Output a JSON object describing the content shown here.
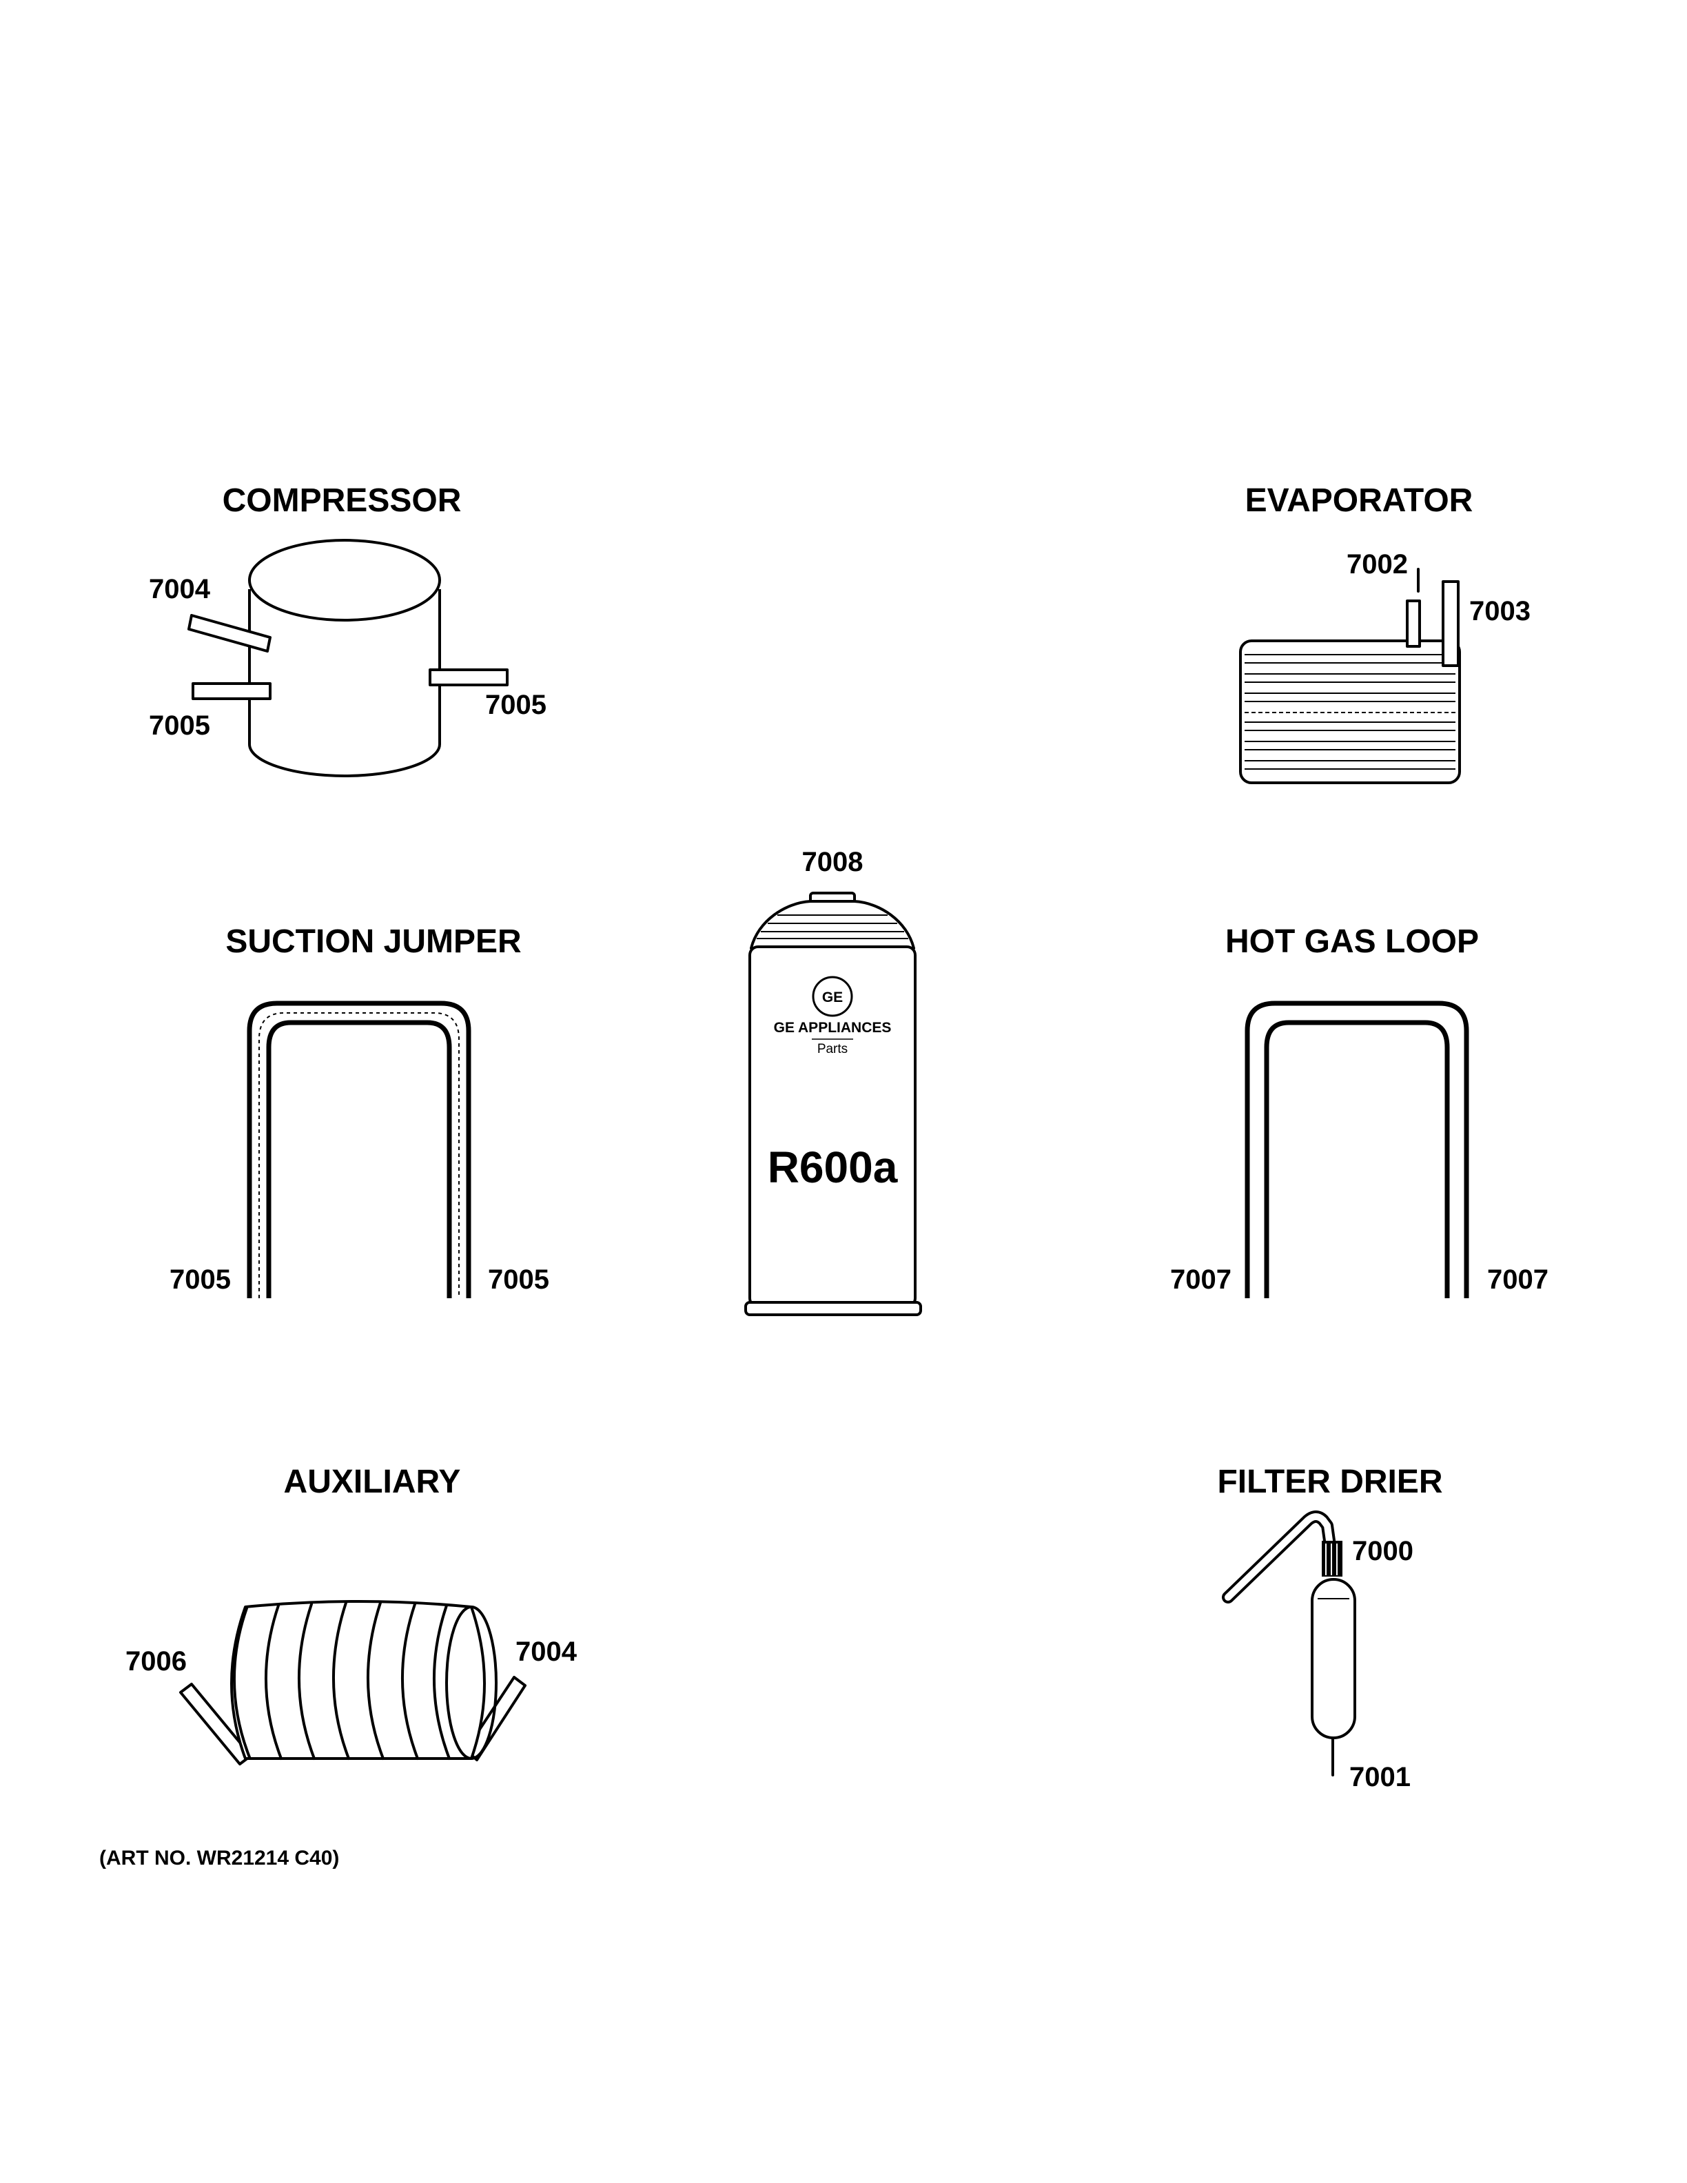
{
  "sections": {
    "compressor": {
      "title": "COMPRESSOR",
      "labels": [
        "7004",
        "7005",
        "7005"
      ]
    },
    "evaporator": {
      "title": "EVAPORATOR",
      "labels": [
        "7002",
        "7003"
      ]
    },
    "refrigerant_can": {
      "label": "7008",
      "brand": "GE APPLIANCES",
      "brand_sub": "Parts",
      "logo_text": "GE",
      "product": "R600a"
    },
    "suction_jumper": {
      "title": "SUCTION JUMPER",
      "labels": [
        "7005",
        "7005"
      ]
    },
    "hot_gas_loop": {
      "title": "HOT GAS LOOP",
      "labels": [
        "7007",
        "7007"
      ]
    },
    "auxiliary": {
      "title": "AUXILIARY",
      "labels": [
        "7006",
        "7004"
      ]
    },
    "filter_drier": {
      "title": "FILTER DRIER",
      "labels": [
        "7000",
        "7001"
      ]
    }
  },
  "art_number": "(ART NO. WR21214 C40)"
}
